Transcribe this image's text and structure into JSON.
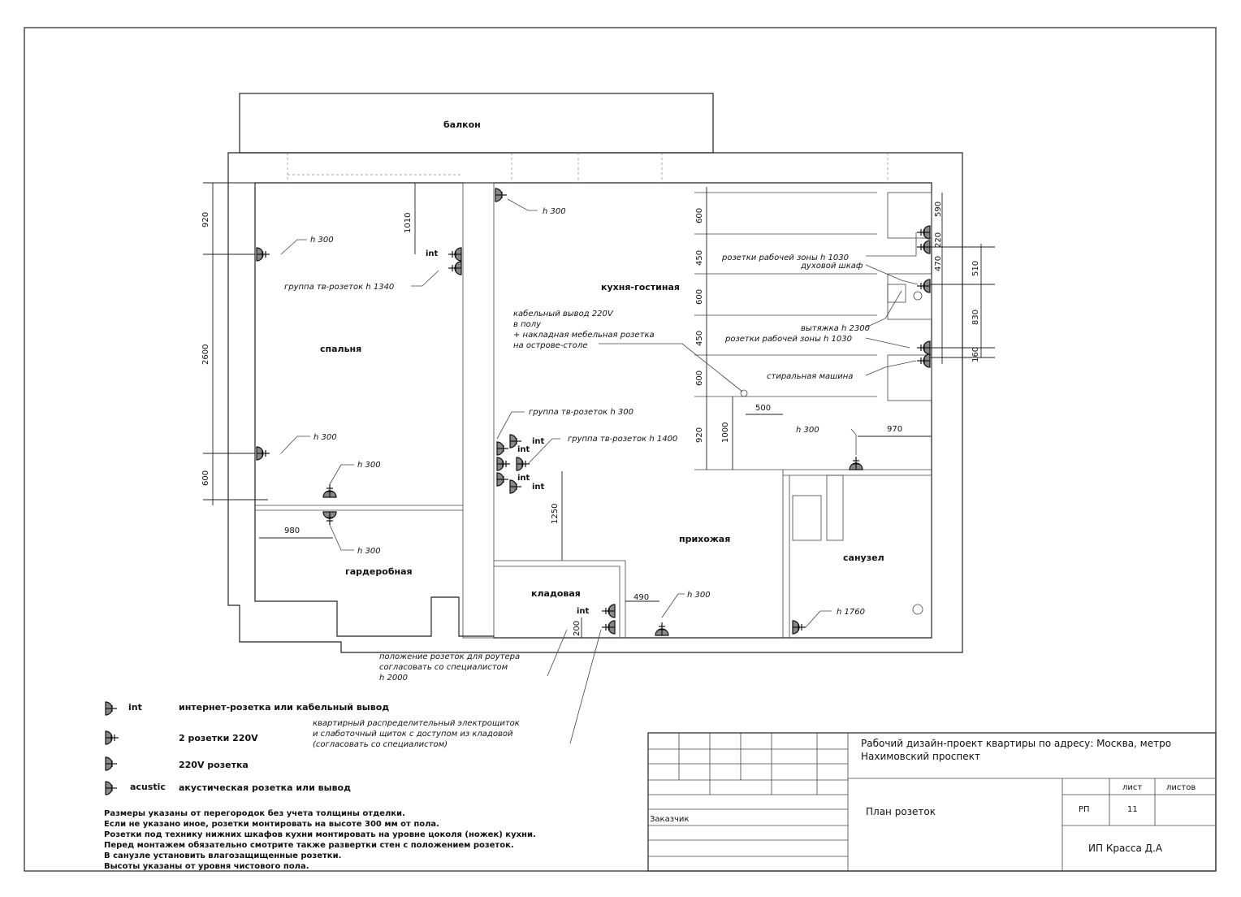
{
  "rooms": {
    "balcony": "балкон",
    "bedroom": "спальня",
    "kitchen_living": "кухня-гостиная",
    "hallway": "прихожая",
    "wardrobe": "гардеробная",
    "storage": "кладовая",
    "bathroom": "санузел"
  },
  "notes": {
    "h300": "h 300",
    "tv_group_1340": "группа тв-розеток h 1340",
    "tv_group_300": "группа тв-розеток h 300",
    "tv_group_1400": "группа тв-розеток h 1400",
    "cable_1": "кабельный вывод 220V",
    "cable_2": "в полу",
    "cable_3": "+ накладная мебельная розетка",
    "cable_4": "на острове-столе",
    "work_zone_1030": "розетки рабочей зоны h 1030",
    "oven": "духовой шкаф",
    "hood": "вытяжка h 2300",
    "washer": "стиральная машина",
    "h1760": "h 1760",
    "router_1": "положение розеток для роутера",
    "router_2": "согласовать со специалистом",
    "router_3": "h 2000",
    "panel_1": "квартирный распределительный электрощиток",
    "panel_2": "и слаботочный щиток с доступом из кладовой",
    "panel_3": "(согласовать со специалистом)",
    "int": "int"
  },
  "dims": {
    "d920": "920",
    "d2600": "2600",
    "d600": "600",
    "d1010": "1010",
    "d980": "980",
    "d1250": "1250",
    "d490": "490",
    "d200": "200",
    "d450": "450",
    "d1000": "1000",
    "d500": "500",
    "d970": "970",
    "d590": "590",
    "d220": "220",
    "d470": "470",
    "d510": "510",
    "d830": "830",
    "d160": "160"
  },
  "legend": {
    "int_tag": "int",
    "int_desc": "интернет-розетка или кабельный вывод",
    "double_desc": "2 розетки 220V",
    "single_desc": "220V розетка",
    "acustic_tag": "acustic",
    "acustic_desc": "акустическая розетка или вывод"
  },
  "general_notes": [
    "Размеры указаны от перегородок без учета толщины отделки.",
    "Если не указано иное, розетки монтировать на высоте 300 мм от пола.",
    "Розетки под технику нижних шкафов кухни монтировать на уровне цоколя (ножек) кухни.",
    "Перед монтажем обязательно смотрите также развертки стен с положением розеток.",
    "В санузле установить влагозащищенные розетки.",
    "Высоты указаны от уровня чистового пола."
  ],
  "title_block": {
    "project": "Рабочий дизайн-проект квартиры по адресу: Москва, метро",
    "project_2": "Нахимовский проспект",
    "sheet_title": "План розеток",
    "client_label": "Заказчик",
    "stage": "РП",
    "sheet_label": "лист",
    "sheets_label": "листов",
    "sheet_no": "11",
    "author": "ИП Красса Д.А"
  }
}
